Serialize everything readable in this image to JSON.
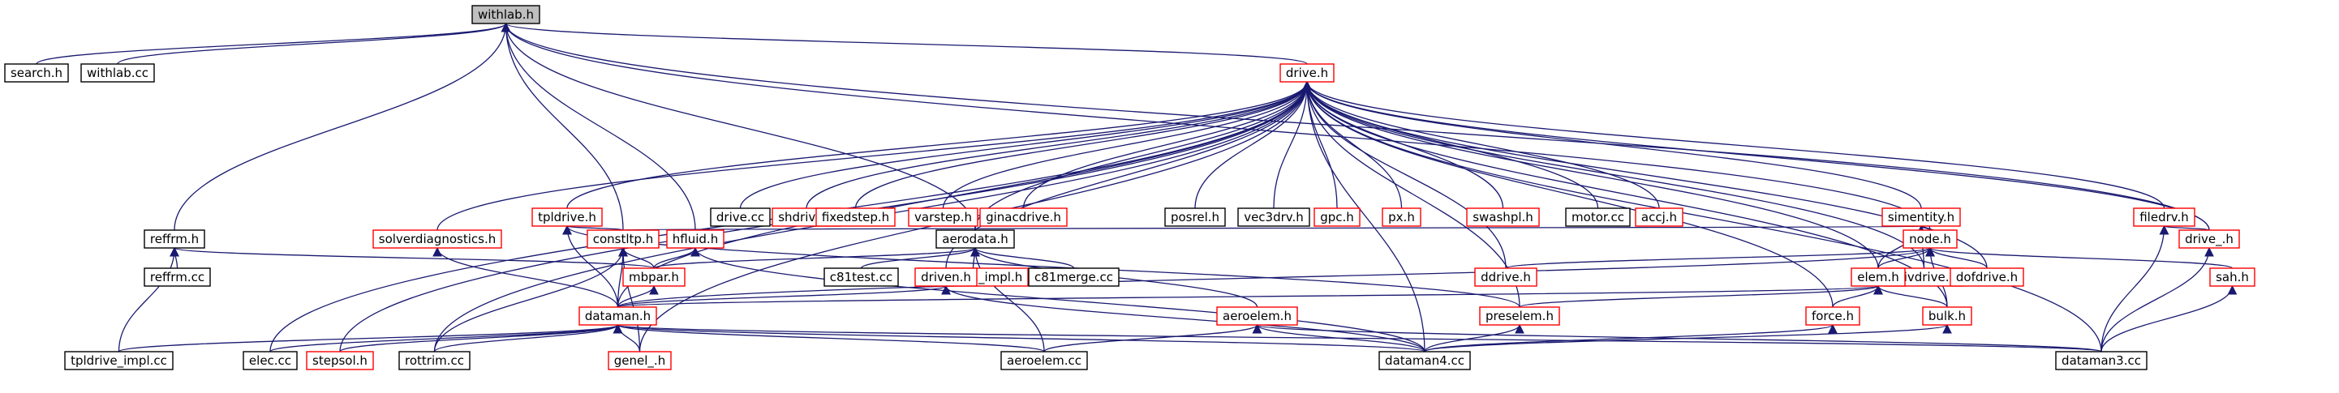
{
  "colors": {
    "edge": "#191970",
    "normal_border": "#000000",
    "highlight_border": "#ff0000",
    "root_fill": "#bfbfbf",
    "node_fill": "#ffffff"
  },
  "nodes": [
    {
      "id": "withlab_h",
      "label": "withlab.h",
      "kind": "root"
    },
    {
      "id": "search_h",
      "label": "search.h",
      "kind": "normal"
    },
    {
      "id": "withlab_cc",
      "label": "withlab.cc",
      "kind": "normal"
    },
    {
      "id": "drive_h",
      "label": "drive.h",
      "kind": "red"
    },
    {
      "id": "tpldrive_h",
      "label": "tpldrive.h",
      "kind": "red"
    },
    {
      "id": "drive_cc",
      "label": "drive.cc",
      "kind": "normal"
    },
    {
      "id": "shdrive_h",
      "label": "shdrive.h",
      "kind": "red"
    },
    {
      "id": "fixedstep_h",
      "label": "fixedstep.h",
      "kind": "red"
    },
    {
      "id": "varstep_h",
      "label": "varstep.h",
      "kind": "red"
    },
    {
      "id": "ginacdrive_h",
      "label": "ginacdrive.h",
      "kind": "red"
    },
    {
      "id": "posrel_h",
      "label": "posrel.h",
      "kind": "normal"
    },
    {
      "id": "vec3drv_h",
      "label": "vec3drv.h",
      "kind": "normal"
    },
    {
      "id": "gpc_h",
      "label": "gpc.h",
      "kind": "red"
    },
    {
      "id": "px_h",
      "label": "px.h",
      "kind": "red"
    },
    {
      "id": "swashpl_h",
      "label": "swashpl.h",
      "kind": "red"
    },
    {
      "id": "motor_cc",
      "label": "motor.cc",
      "kind": "normal"
    },
    {
      "id": "accj_h",
      "label": "accj.h",
      "kind": "red"
    },
    {
      "id": "simentity_h",
      "label": "simentity.h",
      "kind": "red"
    },
    {
      "id": "filedrv_h",
      "label": "filedrv.h",
      "kind": "red"
    },
    {
      "id": "reffrm_h",
      "label": "reffrm.h",
      "kind": "normal"
    },
    {
      "id": "solverdiagnostics_h",
      "label": "solverdiagnostics.h",
      "kind": "red"
    },
    {
      "id": "constltp_h",
      "label": "constltp.h",
      "kind": "red"
    },
    {
      "id": "hfluid_h",
      "label": "hfluid.h",
      "kind": "red"
    },
    {
      "id": "aerodata_h",
      "label": "aerodata.h",
      "kind": "normal"
    },
    {
      "id": "privdrive_h",
      "label": "privdrive.h",
      "kind": "red"
    },
    {
      "id": "drive__h",
      "label": "drive_.h",
      "kind": "red"
    },
    {
      "id": "node_h",
      "label": "node.h",
      "kind": "red"
    },
    {
      "id": "reffrm_cc",
      "label": "reffrm.cc",
      "kind": "normal"
    },
    {
      "id": "mbpar_h",
      "label": "mbpar.h",
      "kind": "red"
    },
    {
      "id": "c81test_cc",
      "label": "c81test.cc",
      "kind": "normal"
    },
    {
      "id": "aerodata_impl_h",
      "label": "aerodata_impl.h",
      "kind": "red"
    },
    {
      "id": "c81merge_cc",
      "label": "c81merge.cc",
      "kind": "normal"
    },
    {
      "id": "dridrive_h",
      "label": "ddrive.h",
      "kind": "red"
    },
    {
      "id": "dofdrive_h",
      "label": "dofdrive.h",
      "kind": "red"
    },
    {
      "id": "sah_h",
      "label": "sah.h",
      "kind": "red"
    },
    {
      "id": "driven_h",
      "label": "driven.h",
      "kind": "red"
    },
    {
      "id": "elem_h",
      "label": "elem.h",
      "kind": "red"
    },
    {
      "id": "dataman_h",
      "label": "dataman.h",
      "kind": "red"
    },
    {
      "id": "aeroelem_h",
      "label": "aeroelem.h",
      "kind": "red"
    },
    {
      "id": "preselem_h",
      "label": "preselem.h",
      "kind": "red"
    },
    {
      "id": "force_h",
      "label": "force.h",
      "kind": "red"
    },
    {
      "id": "bulk_h",
      "label": "bulk.h",
      "kind": "red"
    },
    {
      "id": "tpldrive_impl_cc",
      "label": "tpldrive_impl.cc",
      "kind": "normal"
    },
    {
      "id": "elec_cc",
      "label": "elec.cc",
      "kind": "normal"
    },
    {
      "id": "stepsol_h",
      "label": "stepsol.h",
      "kind": "red"
    },
    {
      "id": "rottrim_cc",
      "label": "rottrim.cc",
      "kind": "normal"
    },
    {
      "id": "genel__h",
      "label": "genel_.h",
      "kind": "red"
    },
    {
      "id": "aeroelem_cc",
      "label": "aeroelem.cc",
      "kind": "normal"
    },
    {
      "id": "dataman4_cc",
      "label": "dataman4.cc",
      "kind": "normal"
    },
    {
      "id": "dataman3_cc",
      "label": "dataman3.cc",
      "kind": "normal"
    }
  ],
  "edges": [
    [
      "search_h",
      "withlab_h"
    ],
    [
      "withlab_cc",
      "withlab_h"
    ],
    [
      "drive_h",
      "withlab_h"
    ],
    [
      "reffrm_h",
      "withlab_h"
    ],
    [
      "constltp_h",
      "withlab_h"
    ],
    [
      "hfluid_h",
      "withlab_h"
    ],
    [
      "aerodata_h",
      "withlab_h"
    ],
    [
      "node_h",
      "withlab_h"
    ],
    [
      "drive__h",
      "withlab_h"
    ],
    [
      "tpldrive_h",
      "drive_h"
    ],
    [
      "drive_cc",
      "drive_h"
    ],
    [
      "shdrive_h",
      "drive_h"
    ],
    [
      "fixedstep_h",
      "drive_h"
    ],
    [
      "varstep_h",
      "drive_h"
    ],
    [
      "ginacdrive_h",
      "drive_h"
    ],
    [
      "posrel_h",
      "drive_h"
    ],
    [
      "vec3drv_h",
      "drive_h"
    ],
    [
      "gpc_h",
      "drive_h"
    ],
    [
      "px_h",
      "drive_h"
    ],
    [
      "swashpl_h",
      "drive_h"
    ],
    [
      "motor_cc",
      "drive_h"
    ],
    [
      "accj_h",
      "drive_h"
    ],
    [
      "simentity_h",
      "drive_h"
    ],
    [
      "filedrv_h",
      "drive_h"
    ],
    [
      "aerodata_h",
      "drive_h"
    ],
    [
      "dridrive_h",
      "drive_h"
    ],
    [
      "dofdrive_h",
      "drive_h"
    ],
    [
      "driven_h",
      "drive_h"
    ],
    [
      "preselem_h",
      "drive_h"
    ],
    [
      "force_h",
      "drive_h"
    ],
    [
      "bulk_h",
      "drive_h"
    ],
    [
      "drive__h",
      "drive_h"
    ],
    [
      "dataman3_cc",
      "drive_h"
    ],
    [
      "dataman4_cc",
      "drive_h"
    ],
    [
      "elem_h",
      "drive_h"
    ],
    [
      "elec_cc",
      "drive_h"
    ],
    [
      "rottrim_cc",
      "drive_h"
    ],
    [
      "stepsol_h",
      "drive_h"
    ],
    [
      "genel__h",
      "drive_h"
    ],
    [
      "dataman_h",
      "drive_h"
    ],
    [
      "solverdiagnostics_h",
      "drive_h"
    ],
    [
      "privdrive_h",
      "drive_h"
    ],
    [
      "constltp_h",
      "tpldrive_h"
    ],
    [
      "dataman_h",
      "tpldrive_h"
    ],
    [
      "preselem_h",
      "tpldrive_h"
    ],
    [
      "constltp_h",
      "simentity_h"
    ],
    [
      "privdrive_h",
      "simentity_h"
    ],
    [
      "elem_h",
      "simentity_h"
    ],
    [
      "node_h",
      "simentity_h"
    ],
    [
      "drive__h",
      "filedrv_h"
    ],
    [
      "dataman3_cc",
      "filedrv_h"
    ],
    [
      "mbpar_h",
      "reffrm_h"
    ],
    [
      "reffrm_cc",
      "reffrm_h"
    ],
    [
      "tpldrive_impl_cc",
      "reffrm_h"
    ],
    [
      "dataman_h",
      "solverdiagnostics_h"
    ],
    [
      "mbpar_h",
      "constltp_h"
    ],
    [
      "dataman_h",
      "constltp_h"
    ],
    [
      "genel__h",
      "constltp_h"
    ],
    [
      "rottrim_cc",
      "constltp_h"
    ],
    [
      "mbpar_h",
      "hfluid_h"
    ],
    [
      "dataman4_cc",
      "hfluid_h"
    ],
    [
      "mbpar_h",
      "aerodata_h"
    ],
    [
      "c81test_cc",
      "aerodata_h"
    ],
    [
      "aerodata_impl_h",
      "aerodata_h"
    ],
    [
      "c81merge_cc",
      "aerodata_h"
    ],
    [
      "aeroelem_h",
      "aerodata_h"
    ],
    [
      "aeroelem_cc",
      "aerodata_h"
    ],
    [
      "dataman3_cc",
      "drive__h"
    ],
    [
      "dataman_h",
      "node_h"
    ],
    [
      "dridrive_h",
      "node_h"
    ],
    [
      "dofdrive_h",
      "node_h"
    ],
    [
      "elem_h",
      "node_h"
    ],
    [
      "bulk_h",
      "node_h"
    ],
    [
      "sah_h",
      "node_h"
    ],
    [
      "dataman_h",
      "mbpar_h"
    ],
    [
      "dataman_h",
      "driven_h"
    ],
    [
      "dataman4_cc",
      "driven_h"
    ],
    [
      "dataman_h",
      "elem_h"
    ],
    [
      "preselem_h",
      "elem_h"
    ],
    [
      "force_h",
      "elem_h"
    ],
    [
      "bulk_h",
      "elem_h"
    ],
    [
      "dataman3_cc",
      "sah_h"
    ],
    [
      "tpldrive_impl_cc",
      "dataman_h"
    ],
    [
      "elec_cc",
      "dataman_h"
    ],
    [
      "stepsol_h",
      "dataman_h"
    ],
    [
      "rottrim_cc",
      "dataman_h"
    ],
    [
      "genel__h",
      "dataman_h"
    ],
    [
      "aeroelem_cc",
      "dataman_h"
    ],
    [
      "dataman4_cc",
      "dataman_h"
    ],
    [
      "dataman3_cc",
      "dataman_h"
    ],
    [
      "aeroelem_cc",
      "aeroelem_h"
    ],
    [
      "dataman4_cc",
      "aeroelem_h"
    ],
    [
      "dataman3_cc",
      "aeroelem_h"
    ],
    [
      "dataman4_cc",
      "preselem_h"
    ],
    [
      "dataman4_cc",
      "force_h"
    ],
    [
      "dataman4_cc",
      "bulk_h"
    ]
  ]
}
